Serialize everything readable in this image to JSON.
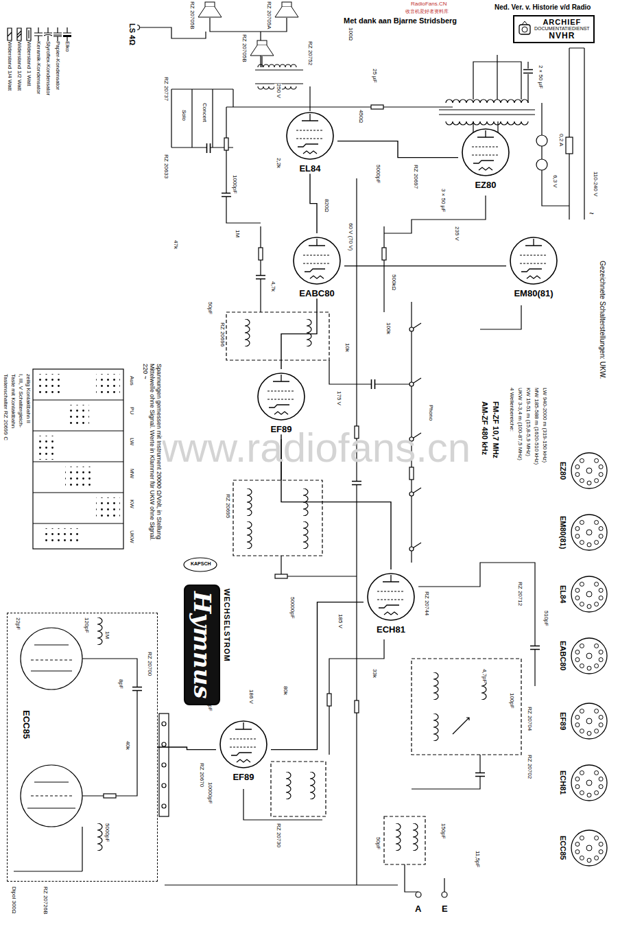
{
  "diagram": {
    "nodes": [
      {
        "text": [
          "ECC85"
        ]
      },
      {
        "text": [
          "EF89"
        ]
      },
      {
        "text": [
          "ECH81"
        ]
      },
      {
        "text": [
          "EF89"
        ]
      },
      {
        "text": [
          "EABC80"
        ]
      },
      {
        "text": [
          "EL84"
        ]
      },
      {
        "text": [
          "EZ80"
        ]
      },
      {
        "text": [
          "EM80(81)"
        ]
      },
      {
        "text": [
          "Hymnus",
          "WECHSELSTROM"
        ]
      },
      {
        "text": [
          "EZ80"
        ]
      },
      {
        "text": [
          "EM80(81)"
        ]
      },
      {
        "text": [
          "EL84"
        ]
      },
      {
        "text": [
          "EABC80"
        ]
      },
      {
        "text": [
          "EF89"
        ]
      },
      {
        "text": [
          "ECH81"
        ]
      },
      {
        "text": [
          "ECC85"
        ]
      },
      {
        "text": [
          "ARCHIEF",
          "DOCUMENTATIEDIENST",
          "NVHR"
        ]
      }
    ],
    "edges": [
      {
        "from": 0,
        "to": 1,
        "arrow": "none"
      },
      {
        "from": 1,
        "to": 2,
        "arrow": "none"
      },
      {
        "from": 2,
        "to": 3,
        "arrow": "none"
      },
      {
        "from": 3,
        "to": 4,
        "arrow": "none"
      },
      {
        "from": 4,
        "to": 5,
        "arrow": "none"
      },
      {
        "from": 4,
        "to": 7,
        "arrow": "none"
      },
      {
        "from": 6,
        "to": 5,
        "arrow": "none"
      }
    ],
    "labels": [
      "Ned. Ver. v. Historie v/d Radio",
      "Met dank aan Bjarne Stridsberg",
      "RadioFans.CN",
      "收音机爱好者资料库",
      "www.radiofans.cn",
      "LS 4Ω",
      "RZ 20705B",
      "RZ 20705A",
      "RZ 20705B",
      "RZ 20752",
      "RZ 20737",
      "Solo",
      "Concert",
      "RZ 20633",
      "RZ 20697",
      "RZ 20696",
      "RZ 20695",
      "RZ 20712",
      "RZ 20744",
      "RZ 20704",
      "RZ 20702",
      "RZ 20700",
      "RZ 20670",
      "RZ 20730",
      "RZ 20726B",
      "Dipol 300Ω",
      "A",
      "E",
      "Phono",
      "Tastenschalter RZ 20699 C",
      "Taste mit Kontaktbahn",
      "I, III, V Schaltergleich-",
      "zeilig Kontaktbahn II",
      "Aus",
      "PU",
      "LW",
      "MW",
      "KW",
      "UKW",
      "Spannungen gemessen mit Instrument 20000 Ω/Volt, in Stellung Mittelwelle ohne Signal. Werte in Klammer für UKW ohne Signal. 220 ~",
      "AM-ZF 480 kHz",
      "FM-ZF 10,7 MHz",
      "4 Wellenbereiche:",
      "UKW 3-3,4 m (100-87,5 MHz)",
      "KW 19-51 m (15,8-5,9 MHz)",
      "MW 185-588 m (1620-510 kHz)",
      "LW 940-2000 m (319-150 kHz)",
      "Gezeichnete Schalterstellungen: UKW.",
      "110-240 V",
      "~",
      "0,2 A",
      "6,3 V",
      "2×50 µF",
      "3×50 µF",
      "250 V",
      "235 V",
      "60 V (70 V)",
      "175 V",
      "185 V",
      "186 V",
      "450Ω",
      "100Ω",
      "25 µF",
      "2,2k",
      "820Ω",
      "5000pF",
      "1M",
      "4,7k",
      "50pF",
      "1000pF",
      "47k",
      "100k",
      "10k",
      "50000pF",
      "33k",
      "120pF",
      "22pF",
      "8pF",
      "40k",
      "5000pF",
      "1M",
      "10000pF",
      "80k",
      "30000pF",
      "4,7pF",
      "100pF",
      "510pF",
      "150pF",
      "50pF",
      "11,5pF",
      "500kΩ",
      "KAPSCH"
    ],
    "legend": [
      {
        "text": "Widerstand 1/4 Watt"
      },
      {
        "text": "Widerstand 1/2 Watt"
      },
      {
        "text": "Widerstand 1 Watt"
      },
      {
        "text": "Keramik-Kondensator"
      },
      {
        "text": "Styroflex-Kondensator"
      },
      {
        "text": "Papier-Kondensator"
      },
      {
        "text": "Elko"
      }
    ]
  }
}
